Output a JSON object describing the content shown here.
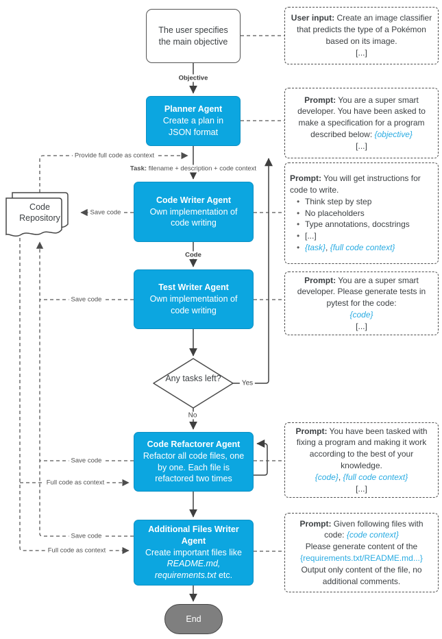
{
  "colors": {
    "agent_fill": "#0CA6E0",
    "agent_border": "#0B90C4",
    "placeholder_blue": "#29ABE2",
    "end_fill": "#7F7F7F",
    "solid_line": "#3F3F3F",
    "dashed_line": "#555555"
  },
  "nodes": {
    "start": {
      "text": "The user specifies the main objective"
    },
    "planner": {
      "title": "Planner Agent",
      "body": "Create a plan in JSON format"
    },
    "code_writer": {
      "title": "Code Writer Agent",
      "body": "Own implementation of code writing"
    },
    "test_writer": {
      "title": "Test Writer Agent",
      "body": "Own implementation of code writing"
    },
    "decision": {
      "text": "Any tasks left?"
    },
    "refactorer": {
      "title": "Code Refactorer Agent",
      "body": "Refactor all code files, one by one. Each file is refactored two times"
    },
    "additional": {
      "title": "Additional Files Writer Agent",
      "body_prefix": "Create important files like ",
      "body_italic": "README.md, requirements.txt",
      "body_suffix": " etc."
    },
    "repository": {
      "line1": "Code",
      "line2": "Repository"
    },
    "end": {
      "text": "End"
    }
  },
  "edge_labels": {
    "objective": "Objective",
    "task_bold": "Task:",
    "task_rest": " filename + description + code context",
    "code": "Code",
    "yes": "Yes",
    "no": "No",
    "provide_full_code": "Provide full code as context",
    "save_code": "Save code",
    "full_code_as_context": "Full code as context"
  },
  "annotations": {
    "user_input": {
      "bold": "User input:",
      "text": " Create an image classifier that predicts the type of a Pokémon based on its image.",
      "ellipsis": "[...]"
    },
    "planner_prompt": {
      "bold": "Prompt:",
      "text": " You are a super smart developer. You have been asked to make a specification for a program described below: ",
      "placeholder": "{objective}",
      "ellipsis": "[...]"
    },
    "code_writer_prompt": {
      "bold": "Prompt:",
      "text": " You will get instructions for code to write.",
      "bullet_char": "•",
      "bullets": [
        "Think step by step",
        "No placeholders",
        "Type annotations, docstrings",
        "[...]"
      ],
      "bullet_ph1": "{task}",
      "bullet_sep": ", ",
      "bullet_ph2": "{full code context}"
    },
    "test_writer_prompt": {
      "bold": "Prompt:",
      "text": " You are a super smart developer. Please generate tests in pytest for the code:",
      "placeholder": "{code}",
      "ellipsis": "[...]"
    },
    "refactorer_prompt": {
      "bold": "Prompt:",
      "text": " You have been tasked with fixing a program and making it work according to the best of your knowledge.",
      "ph1": "{code}",
      "sep": ", ",
      "ph2": "{full code context}",
      "ellipsis": "[...]"
    },
    "additional_prompt": {
      "bold": "Prompt:",
      "t1": " Given following files with code: ",
      "p1": "{code context}",
      "t2": "Please generate content of the",
      "p2": "{requirements.txt/README.md...}",
      "t3": "Output only content of the file, no additional comments."
    }
  }
}
